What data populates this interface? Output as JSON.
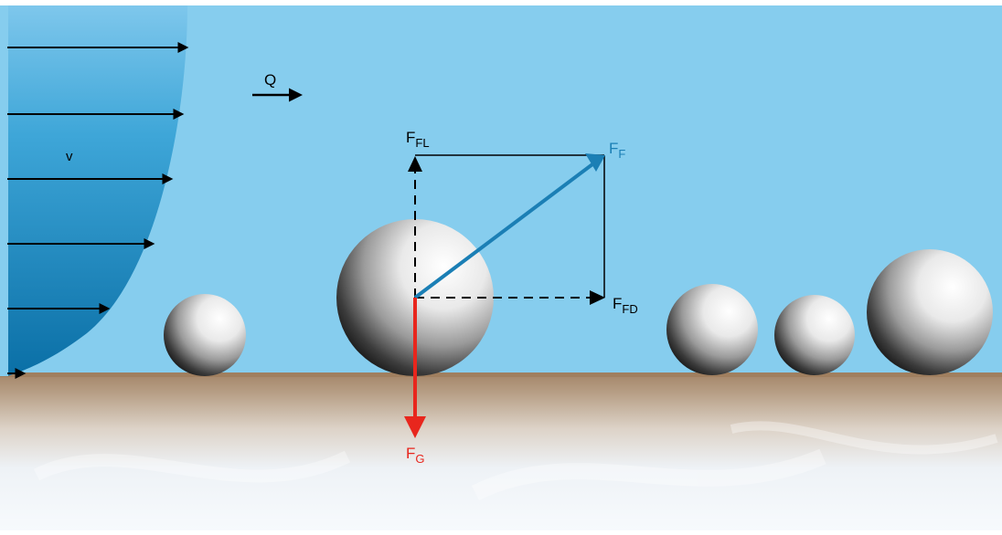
{
  "diagram": {
    "velocity_label": "v",
    "discharge_label": "Q",
    "forces": {
      "lift": {
        "main": "F",
        "sub": "FL"
      },
      "drag": {
        "main": "F",
        "sub": "FD"
      },
      "resultant": {
        "main": "F",
        "sub": "F"
      },
      "gravity": {
        "main": "F",
        "sub": "G"
      }
    },
    "colors": {
      "water": "#86cdee",
      "profile_light": "#5fb8e4",
      "profile_dark": "#0a72a8",
      "bed_top": "#9a7c5c",
      "bed_bottom": "#f4f7fb",
      "resultant_force": "#1b7fb5",
      "gravity_force": "#e8261d",
      "vector": "#000000"
    }
  }
}
